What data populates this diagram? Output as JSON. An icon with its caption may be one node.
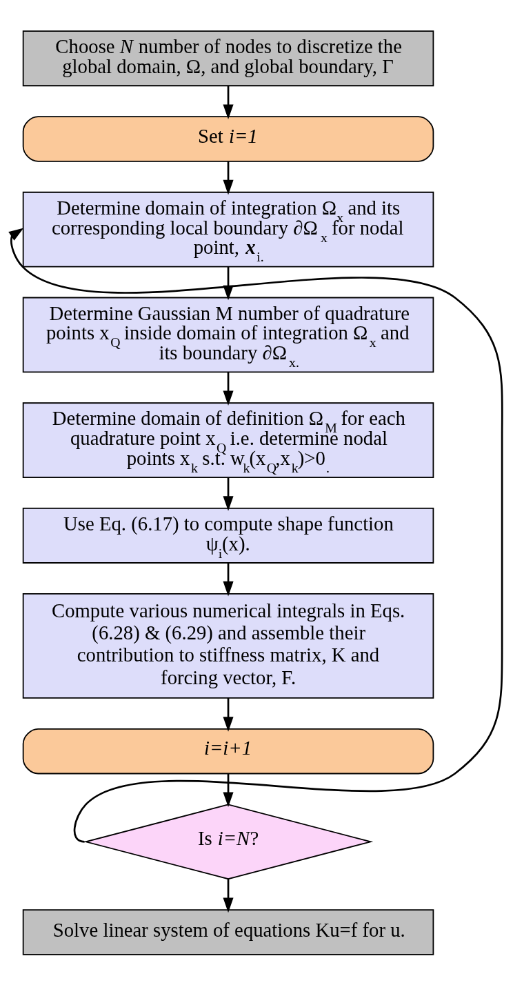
{
  "diagram": {
    "nodes": [
      {
        "text": [
          "Choose *N* number of nodes to discretize the global domain, Ω, and global boundary, Γ"
        ]
      },
      {
        "text": [
          "Set *i=1*"
        ]
      },
      {
        "text": [
          "Determine domain of integration Ω$_{x}$ and its corresponding local boundary ∂Ω$_{x}$ for nodal point, **x**$_{i.}$"
        ]
      },
      {
        "text": [
          "Determine Gaussian M number of quadrature points x$_{Q}$ inside domain of integration Ω$_{x}$ and its boundary ∂Ω$_{x.}$"
        ]
      },
      {
        "text": [
          "Determine domain of definition Ω$_{M}$ for each quadrature point x$_{Q}$ i.e. determine nodal points x$_{k}$ s.t. w$_{k}$(x$_{Q}$,x$_{k}$)>0$_{.}$"
        ]
      },
      {
        "text": [
          "Use Eq. (6.17) to compute shape function ψ$_{i}$(x)."
        ]
      },
      {
        "text": [
          "Compute various numerical integrals in Eqs. (6.28) & (6.29) and assemble their contribution to stiffness matrix, K and forcing vector, F."
        ]
      },
      {
        "text": [
          "*i=i+1*"
        ]
      },
      {
        "text": [
          "Is *i=N*?"
        ]
      },
      {
        "text": [
          "Solve linear system of equations Ku=f for u."
        ]
      }
    ],
    "edges": [
      {
        "from": 0,
        "to": 1,
        "arrow": "to"
      },
      {
        "from": 1,
        "to": 2,
        "arrow": "to"
      },
      {
        "from": 2,
        "to": 3,
        "arrow": "to"
      },
      {
        "from": 3,
        "to": 4,
        "arrow": "to"
      },
      {
        "from": 4,
        "to": 5,
        "arrow": "to"
      },
      {
        "from": 5,
        "to": 6,
        "arrow": "to"
      },
      {
        "from": 6,
        "to": 7,
        "arrow": "to"
      },
      {
        "from": 7,
        "to": 8,
        "arrow": "to"
      },
      {
        "from": 8,
        "to": 2,
        "arrow": "to"
      },
      {
        "from": 8,
        "to": 9,
        "arrow": "to"
      }
    ]
  }
}
